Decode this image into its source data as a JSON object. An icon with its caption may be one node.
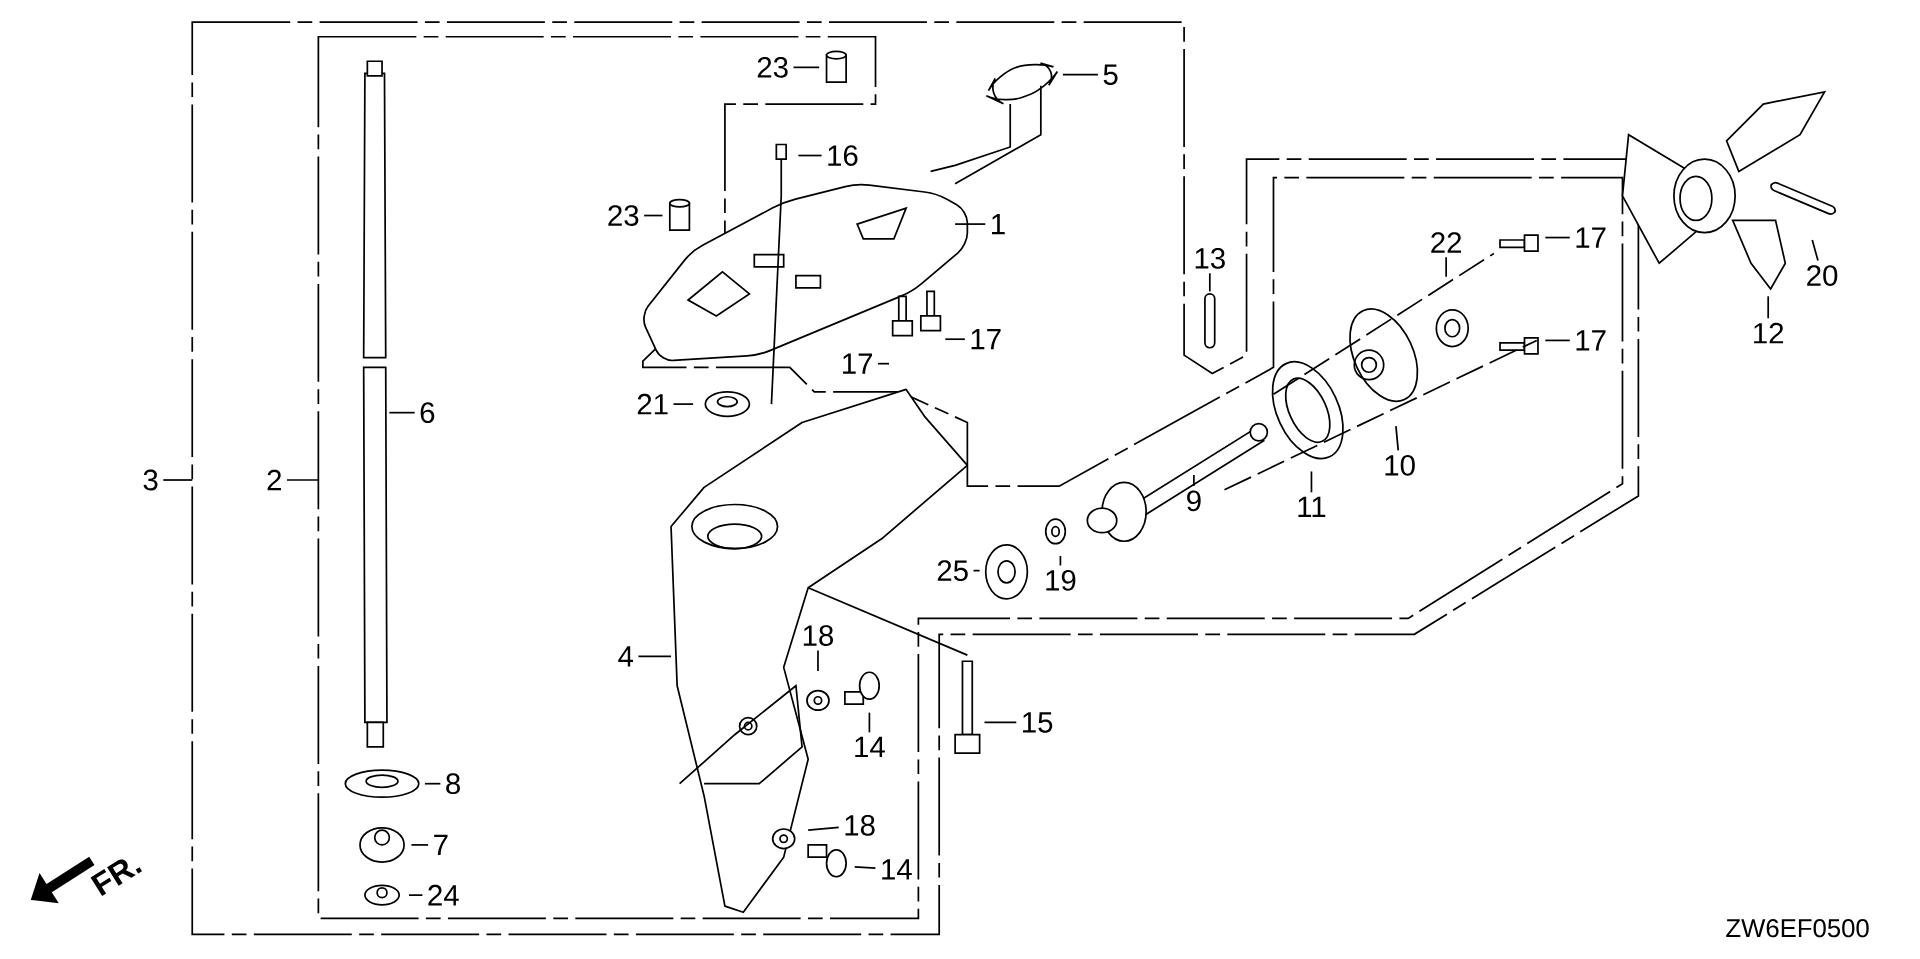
{
  "diagram": {
    "nodes": [
      {
        "text": [
          "23"
        ]
      },
      {
        "text": [
          "5"
        ]
      },
      {
        "text": [
          "16"
        ]
      },
      {
        "text": [
          "23"
        ]
      },
      {
        "text": [
          "1"
        ]
      },
      {
        "text": [
          "22"
        ]
      },
      {
        "text": [
          "13"
        ]
      },
      {
        "text": [
          "17"
        ]
      },
      {
        "text": [
          "20"
        ]
      },
      {
        "text": [
          "12"
        ]
      },
      {
        "text": [
          "17"
        ]
      },
      {
        "text": [
          "17"
        ]
      },
      {
        "text": [
          "17"
        ]
      },
      {
        "text": [
          "21"
        ]
      },
      {
        "text": [
          "6"
        ]
      },
      {
        "text": [
          "3"
        ]
      },
      {
        "text": [
          "2"
        ]
      },
      {
        "text": [
          "10"
        ]
      },
      {
        "text": [
          "11"
        ]
      },
      {
        "text": [
          "9"
        ]
      },
      {
        "text": [
          "25"
        ]
      },
      {
        "text": [
          "19"
        ]
      },
      {
        "text": [
          "18"
        ]
      },
      {
        "text": [
          "4"
        ]
      },
      {
        "text": [
          "15"
        ]
      },
      {
        "text": [
          "14"
        ]
      },
      {
        "text": [
          "8"
        ]
      },
      {
        "text": [
          "7"
        ]
      },
      {
        "text": [
          "18"
        ]
      },
      {
        "text": [
          "14"
        ]
      },
      {
        "text": [
          "24"
        ]
      }
    ],
    "edges": [
      {
        "from": 0,
        "to": null,
        "arrow": "none"
      },
      {
        "from": 1,
        "to": null,
        "arrow": "none"
      },
      {
        "from": 2,
        "to": null,
        "arrow": "none"
      },
      {
        "from": 3,
        "to": null,
        "arrow": "none"
      },
      {
        "from": 4,
        "to": null,
        "arrow": "none"
      },
      {
        "from": 5,
        "to": null,
        "arrow": "none"
      },
      {
        "from": 6,
        "to": null,
        "arrow": "none"
      },
      {
        "from": 7,
        "to": null,
        "arrow": "none"
      },
      {
        "from": 8,
        "to": null,
        "arrow": "none"
      },
      {
        "from": 9,
        "to": null,
        "arrow": "none"
      },
      {
        "from": 10,
        "to": null,
        "arrow": "none"
      },
      {
        "from": 11,
        "to": null,
        "arrow": "none"
      },
      {
        "from": 12,
        "to": null,
        "arrow": "none"
      },
      {
        "from": 13,
        "to": null,
        "arrow": "none"
      },
      {
        "from": 14,
        "to": null,
        "arrow": "none"
      },
      {
        "from": 15,
        "to": null,
        "arrow": "none"
      },
      {
        "from": 16,
        "to": null,
        "arrow": "none"
      },
      {
        "from": 17,
        "to": null,
        "arrow": "none"
      },
      {
        "from": 18,
        "to": null,
        "arrow": "none"
      },
      {
        "from": 19,
        "to": null,
        "arrow": "none"
      },
      {
        "from": 20,
        "to": null,
        "arrow": "none"
      },
      {
        "from": 21,
        "to": null,
        "arrow": "none"
      },
      {
        "from": 22,
        "to": null,
        "arrow": "none"
      },
      {
        "from": 23,
        "to": null,
        "arrow": "none"
      },
      {
        "from": 24,
        "to": null,
        "arrow": "none"
      },
      {
        "from": 25,
        "to": null,
        "arrow": "none"
      },
      {
        "from": 26,
        "to": null,
        "arrow": "none"
      },
      {
        "from": 27,
        "to": null,
        "arrow": "none"
      },
      {
        "from": 28,
        "to": null,
        "arrow": "none"
      },
      {
        "from": 29,
        "to": null,
        "arrow": "none"
      },
      {
        "from": 30,
        "to": null,
        "arrow": "none"
      }
    ],
    "labels": [
      "FR.",
      "ZW6EF0500"
    ]
  }
}
